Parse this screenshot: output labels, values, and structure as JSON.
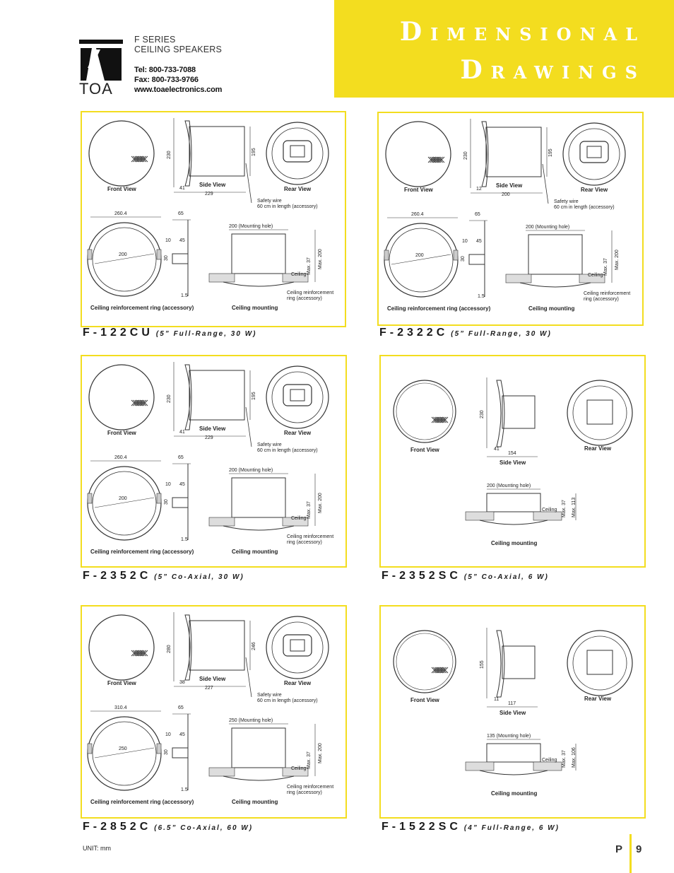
{
  "header": {
    "series": [
      "F SERIES",
      "CEILING SPEAKERS"
    ],
    "brand": "TOA",
    "tel": "Tel: 800-733-7088",
    "fax": "Fax: 800-733-9766",
    "web": "www.toaelectronics.com",
    "title_line1": "Dimensional",
    "title_line2": "Drawings"
  },
  "panels": [
    {
      "model": "F-122CU",
      "spec": "(5” Full-Range, 30 W)",
      "front_view": "Front View",
      "side_view": "Side View",
      "rear_view": "Rear View",
      "dims": {
        "height": "230",
        "depth_inner": "195",
        "flange": "41",
        "overall": "229",
        "ring_width": "260.4",
        "ring_dia": "200",
        "bracket": "65",
        "b1": "10",
        "b2": "45",
        "b3": "30",
        "b4": "1.5",
        "hole": "200 (Mounting hole)",
        "max_a": "Max. 37",
        "max_b": "Max. 200"
      },
      "safety": [
        "Safety wire",
        "60 cm in length (accessory)"
      ],
      "ceiling": "Ceiling",
      "ring_note": [
        "Ceiling reinforcement",
        "ring (accessory)"
      ],
      "ring_caption": "Ceiling reinforcement ring (accessory)",
      "mount_caption": "Ceiling mounting"
    },
    {
      "model": "F-2322C",
      "spec": "(5” Full-Range, 30 W)",
      "front_view": "Front View",
      "side_view": "Side View",
      "rear_view": "Rear View",
      "dims": {
        "height": "230",
        "depth_inner": "195",
        "flange": "12",
        "overall": "200",
        "ring_width": "260.4",
        "ring_dia": "200",
        "bracket": "65",
        "b1": "10",
        "b2": "45",
        "b3": "30",
        "b4": "1.5",
        "hole": "200 (Mounting hole)",
        "max_a": "Max. 37",
        "max_b": "Max. 200"
      },
      "safety": [
        "Safety wire",
        "60 cm in length (accessory)"
      ],
      "ceiling": "Ceiling",
      "ring_note": [
        "Ceiling reinforcement",
        "ring (accessory)"
      ],
      "ring_caption": "Ceiling reinforcement ring (accessory)",
      "mount_caption": "Ceiling mounting"
    },
    {
      "model": "F-2352C",
      "spec": "(5” Co-Axial, 30 W)",
      "front_view": "Front View",
      "side_view": "Side View",
      "rear_view": "Rear View",
      "dims": {
        "height": "230",
        "depth_inner": "195",
        "flange": "41",
        "overall": "229",
        "ring_width": "260.4",
        "ring_dia": "200",
        "bracket": "65",
        "b1": "10",
        "b2": "45",
        "b3": "30",
        "b4": "1.5",
        "hole": "200 (Mounting hole)",
        "max_a": "Max. 37",
        "max_b": "Max. 200"
      },
      "safety": [
        "Safety wire",
        "60 cm in length (accessory)"
      ],
      "ceiling": "Ceiling",
      "ring_note": [
        "Ceiling reinforcement",
        "ring (accessory)"
      ],
      "ring_caption": "Ceiling reinforcement ring (accessory)",
      "mount_caption": "Ceiling mounting"
    },
    {
      "model": "F-2352SC",
      "spec": "(5” Co-Axial, 6 W)",
      "front_view": "Front View",
      "side_view": "Side View",
      "rear_view": "Rear View",
      "dims": {
        "height": "230",
        "flange": "41",
        "overall": "154",
        "hole": "200 (Mounting hole)",
        "max_a": "Max. 37",
        "max_b": "Max. 113"
      },
      "ceiling": "Ceiling",
      "mount_caption": "Ceiling mounting"
    },
    {
      "model": "F-2852C",
      "spec": "(6.5” Co-Axial, 60 W)",
      "front_view": "Front View",
      "side_view": "Side View",
      "rear_view": "Rear View",
      "dims": {
        "height": "280",
        "depth_inner": "246",
        "flange": "38",
        "overall": "227",
        "ring_width": "310.4",
        "ring_dia": "250",
        "bracket": "65",
        "b1": "10",
        "b2": "45",
        "b3": "30",
        "b4": "1.5",
        "hole": "250 (Mounting hole)",
        "max_a": "Max. 37",
        "max_b": "Max. 200"
      },
      "safety": [
        "Safety wire",
        "60 cm in length (accessory)"
      ],
      "ceiling": "Ceiling",
      "ring_note": [
        "Ceiling reinforcement",
        "ring (accessory)"
      ],
      "ring_caption": "Ceiling reinforcement ring (accessory)",
      "mount_caption": "Ceiling mounting"
    },
    {
      "model": "F-1522SC",
      "spec": "(4” Full-Range, 6 W)",
      "front_view": "Front View",
      "side_view": "Side View",
      "rear_view": "Rear View",
      "dims": {
        "height": "155",
        "flange": "11",
        "overall": "117",
        "hole": "135 (Mounting hole)",
        "max_a": "Max. 37",
        "max_b": "Max. 106"
      },
      "ceiling": "Ceiling",
      "mount_caption": "Ceiling mounting"
    }
  ],
  "footer": {
    "unit": "UNIT: mm",
    "page_prefix": "P",
    "page_number": "9"
  }
}
